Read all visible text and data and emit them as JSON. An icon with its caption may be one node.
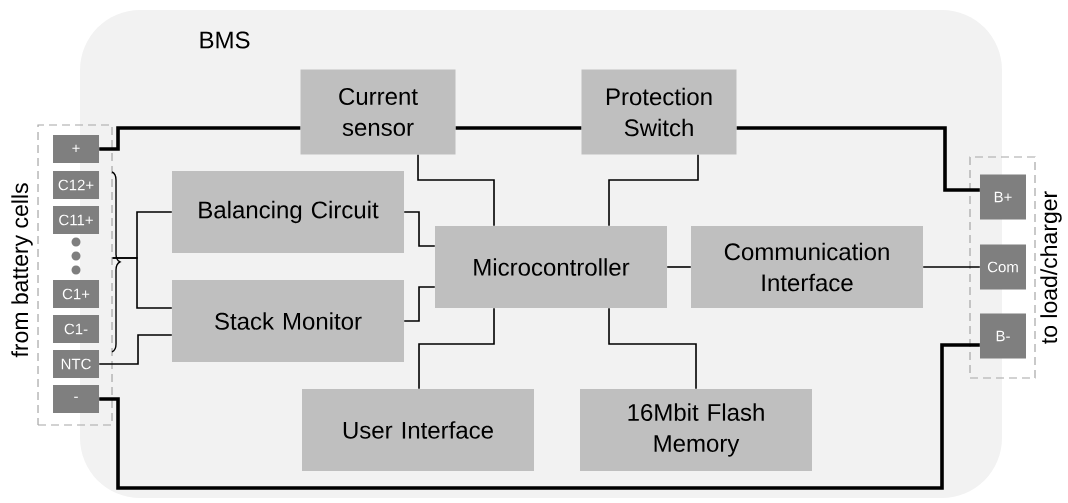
{
  "diagram": {
    "nodes": [
      {
        "text": [
          "BMS"
        ]
      },
      {
        "text": [
          "Current sensor"
        ],
        "in": 0
      },
      {
        "text": [
          "Protection Switch"
        ],
        "in": 0
      },
      {
        "text": [
          "Balancing Circuit"
        ],
        "in": 0
      },
      {
        "text": [
          "Microcontroller"
        ],
        "in": 0
      },
      {
        "text": [
          "Communication Interface"
        ],
        "in": 0
      },
      {
        "text": [
          "Stack Monitor"
        ],
        "in": 0
      },
      {
        "text": [
          "User Interface"
        ],
        "in": 0
      },
      {
        "text": [
          "16Mbit Flash Memory"
        ],
        "in": 0
      },
      {
        "text": [
          "from battery cells"
        ]
      },
      {
        "text": [
          "+"
        ],
        "in": 9
      },
      {
        "text": [
          "C12+"
        ],
        "in": 9
      },
      {
        "text": [
          "C11+"
        ],
        "in": 9
      },
      {
        "text": [
          "C1+"
        ],
        "in": 9
      },
      {
        "text": [
          "C1-"
        ],
        "in": 9
      },
      {
        "text": [
          "NTC"
        ],
        "in": 9
      },
      {
        "text": [
          "-"
        ],
        "in": 9
      },
      {
        "text": [
          "to load/charger"
        ]
      },
      {
        "text": [
          "B+"
        ],
        "in": 17
      },
      {
        "text": [
          "Com"
        ],
        "in": 17
      },
      {
        "text": [
          "B-"
        ],
        "in": 17
      }
    ],
    "edges": [
      {
        "from": 10,
        "to": 1,
        "arrow": "none",
        "style": "thick"
      },
      {
        "from": 1,
        "to": 2,
        "arrow": "none",
        "style": "thick"
      },
      {
        "from": 2,
        "to": 18,
        "arrow": "none",
        "style": "thick"
      },
      {
        "from": 16,
        "to": 20,
        "arrow": "none",
        "style": "thick"
      },
      {
        "from": 1,
        "to": 4,
        "arrow": "none"
      },
      {
        "from": 2,
        "to": 4,
        "arrow": "none"
      },
      {
        "from": 3,
        "to": 4,
        "arrow": "none"
      },
      {
        "from": 6,
        "to": 4,
        "arrow": "none"
      },
      {
        "from": 4,
        "to": 5,
        "arrow": "none"
      },
      {
        "from": 5,
        "to": 19,
        "arrow": "none"
      },
      {
        "from": 4,
        "to": 7,
        "arrow": "none"
      },
      {
        "from": 4,
        "to": 8,
        "arrow": "none"
      },
      {
        "from": 15,
        "to": 6,
        "arrow": "none"
      },
      {
        "from": 9,
        "to": 3,
        "arrow": "none"
      },
      {
        "from": 9,
        "to": 6,
        "arrow": "none"
      }
    ]
  }
}
